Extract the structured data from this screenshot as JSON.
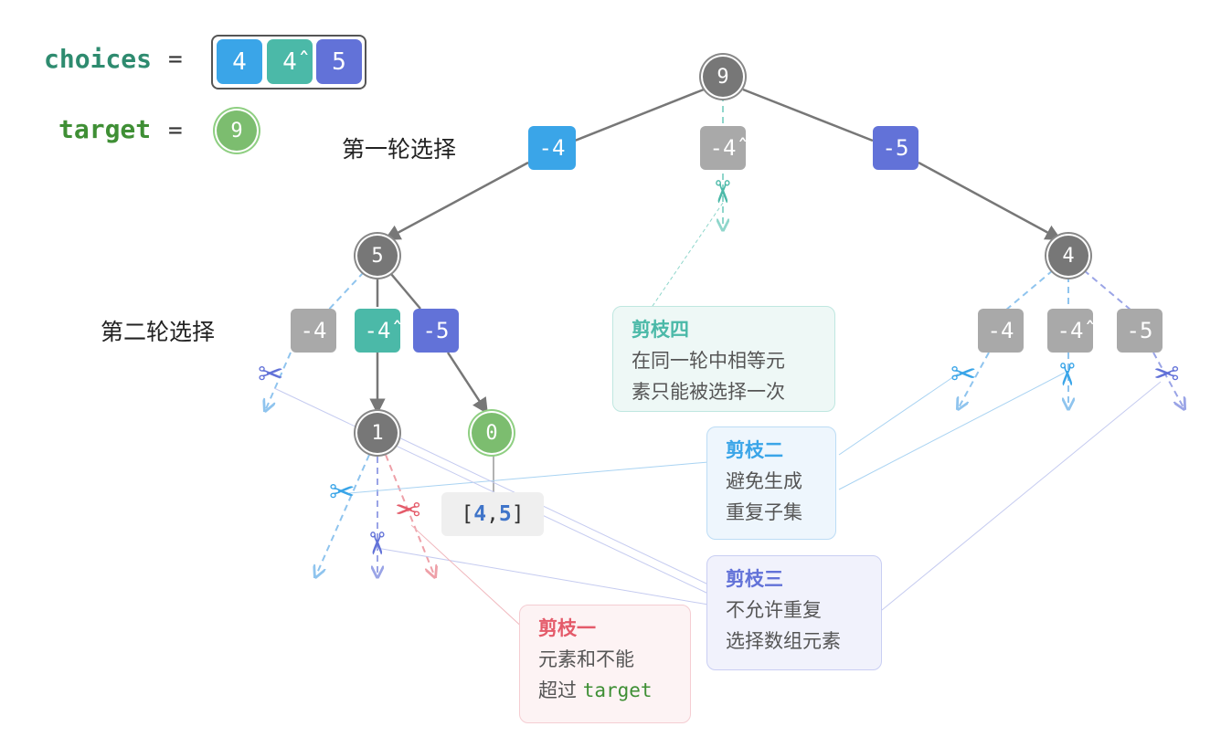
{
  "choices_label": "choices",
  "equals": "=",
  "target_label": "target",
  "choices": [
    {
      "label": "4",
      "color": "#3aa5e8"
    },
    {
      "label": "4̂",
      "color": "#4bb9a8"
    },
    {
      "label": "5",
      "color": "#6272d8"
    }
  ],
  "target_value": "9",
  "round_labels": [
    "第一轮选择",
    "第二轮选择"
  ],
  "nodes": {
    "root": "9",
    "left": "5",
    "right": "4",
    "left_left": "1",
    "left_right": "0"
  },
  "level1_edges": [
    "-4",
    "-4̂",
    "-5"
  ],
  "level2_edges": [
    "-4",
    "-4̂",
    "-5"
  ],
  "result": {
    "open": "[",
    "a": "4",
    "comma": ",",
    "b": "5",
    "close": "]"
  },
  "callouts": {
    "one": {
      "title": "剪枝一",
      "line1": "元素和不能",
      "line2_prefix": "超过 ",
      "line2_code": "target",
      "color": "#e45b6a"
    },
    "two": {
      "title": "剪枝二",
      "line1": "避免生成",
      "line2": "重复子集",
      "color": "#3aa5e8"
    },
    "three": {
      "title": "剪枝三",
      "line1": "不允许重复",
      "line2": "选择数组元素",
      "color": "#6272d8"
    },
    "four": {
      "title": "剪枝四",
      "line1": "在同一轮中相等元",
      "line2": "素只能被选择一次",
      "color": "#4bb9a8"
    }
  },
  "colors": {
    "gray": "#a9a9a9",
    "blue": "#3aa5e8",
    "teal": "#4bb9a8",
    "indigo": "#6272d8",
    "red": "#e45b6a",
    "green": "#7cbd6f"
  },
  "scissor_icon": "scissors-icon"
}
